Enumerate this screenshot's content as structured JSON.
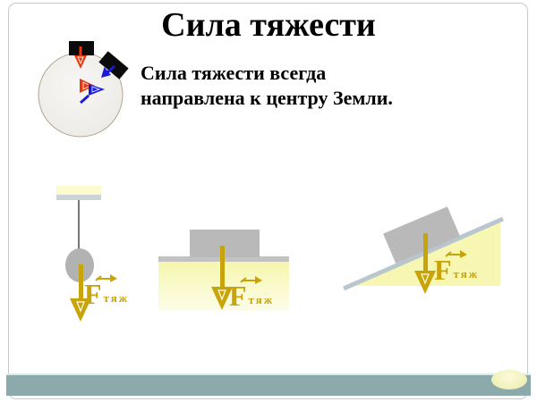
{
  "slide": {
    "title": "Сила тяжести",
    "body": {
      "line1": "Сила тяжести всегда",
      "line2": "направлена к центру Земли."
    }
  },
  "force_label": {
    "symbol": "F",
    "subscript": "тяж"
  },
  "icons": {
    "earth": "earth-circle-with-blocks",
    "nav": "oval-next-slide-button",
    "vector": "right-arrow-over-F"
  },
  "colors": {
    "gold_arrow": "#C7A40A",
    "surface_yellow": "#F6F6AE",
    "block_gray": "#B9B9B9",
    "ball_gray": "#B2B2B2",
    "teal_bar": "#8CAAAB",
    "red_arrow": "#E8380D",
    "blue_arrow": "#1A1AD8",
    "earth_fill": "#F1F0EE",
    "nav_button_yellow": "#F2F2BE"
  }
}
